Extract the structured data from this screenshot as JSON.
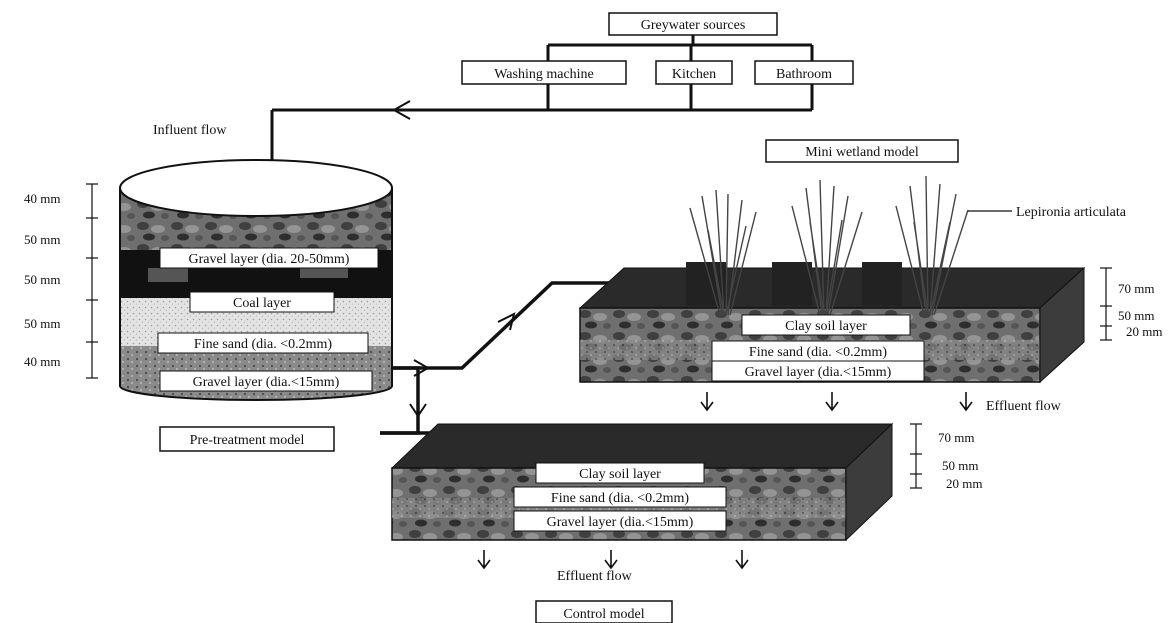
{
  "sources": {
    "title": "Greywater sources",
    "items": [
      "Washing machine",
      "Kitchen",
      "Bathroom"
    ]
  },
  "flows": {
    "influent": "Influent flow",
    "effluent_wetland": "Effluent flow",
    "effluent_control": "Effluent flow"
  },
  "pretreatment": {
    "label": "Pre-treatment model",
    "dims": [
      "40 mm",
      "50 mm",
      "50 mm",
      "50 mm",
      "40 mm"
    ],
    "layers": [
      "Gravel layer (dia. 20-50mm)",
      "Coal layer",
      "Fine sand (dia. <0.2mm)",
      "Gravel layer (dia.<15mm)"
    ]
  },
  "wetland": {
    "label": "Mini wetland model",
    "plant": "Lepironia articulata",
    "dims": [
      "70 mm",
      "50 mm",
      "20 mm"
    ],
    "layers": [
      "Clay soil layer",
      "Fine sand (dia. <0.2mm)",
      "Gravel layer (dia.<15mm)"
    ]
  },
  "control": {
    "label": "Control model",
    "dims": [
      "70 mm",
      "50 mm",
      "20 mm"
    ],
    "layers": [
      "Clay soil layer",
      "Fine sand (dia. <0.2mm)",
      "Gravel layer (dia.<15mm)"
    ]
  }
}
